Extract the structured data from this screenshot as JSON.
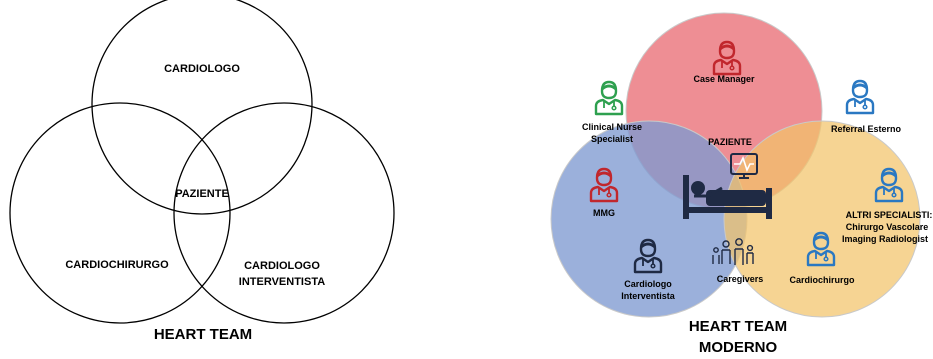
{
  "classic": {
    "labels": {
      "top": "CARDIOLOGO",
      "left": "CARDIOCHIRURGO",
      "right_line1": "CARDIOLOGO",
      "right_line2": "INTERVENTISTA",
      "center": "PAZIENTE"
    },
    "caption": "HEART TEAM"
  },
  "modern": {
    "labels": {
      "case_manager": "Case Manager",
      "clinical_nurse_line1": "Clinical Nurse",
      "clinical_nurse_line2": "Specialist",
      "referral": "Referral Esterno",
      "paziente": "PAZIENTE",
      "mmg": "MMG",
      "altri_line1": "ALTRI SPECIALISTI:",
      "altri_line2": "Chirurgo Vascolare",
      "altri_line3": "Imaging Radiologist",
      "cardiologo_line1": "Cardiologo",
      "cardiologo_line2": "Interventista",
      "caregivers": "Caregivers",
      "cardiochirurgo": "Cardiochirurgo"
    },
    "caption_line1": "HEART TEAM",
    "caption_line2": "MODERNO"
  },
  "colors": {
    "red_circle": "#e8636b",
    "blue_circle": "#7f9ad1",
    "yellow_circle": "#f3c36a",
    "icon_red": "#c1272d",
    "icon_green": "#2ea04f",
    "icon_blue": "#2a78c2",
    "icon_dark": "#1f2a44"
  },
  "icons": {
    "case_manager": "doctor-icon",
    "clinical_nurse": "nurse-icon",
    "referral": "doctor-icon",
    "mmg": "doctor-icon",
    "altri": "doctor-icon",
    "cardiologo": "doctor-icon",
    "cardiochirurgo": "doctor-icon",
    "caregivers": "family-icon",
    "patient_bed": "hospital-bed-icon",
    "monitor": "heart-monitor-icon"
  }
}
